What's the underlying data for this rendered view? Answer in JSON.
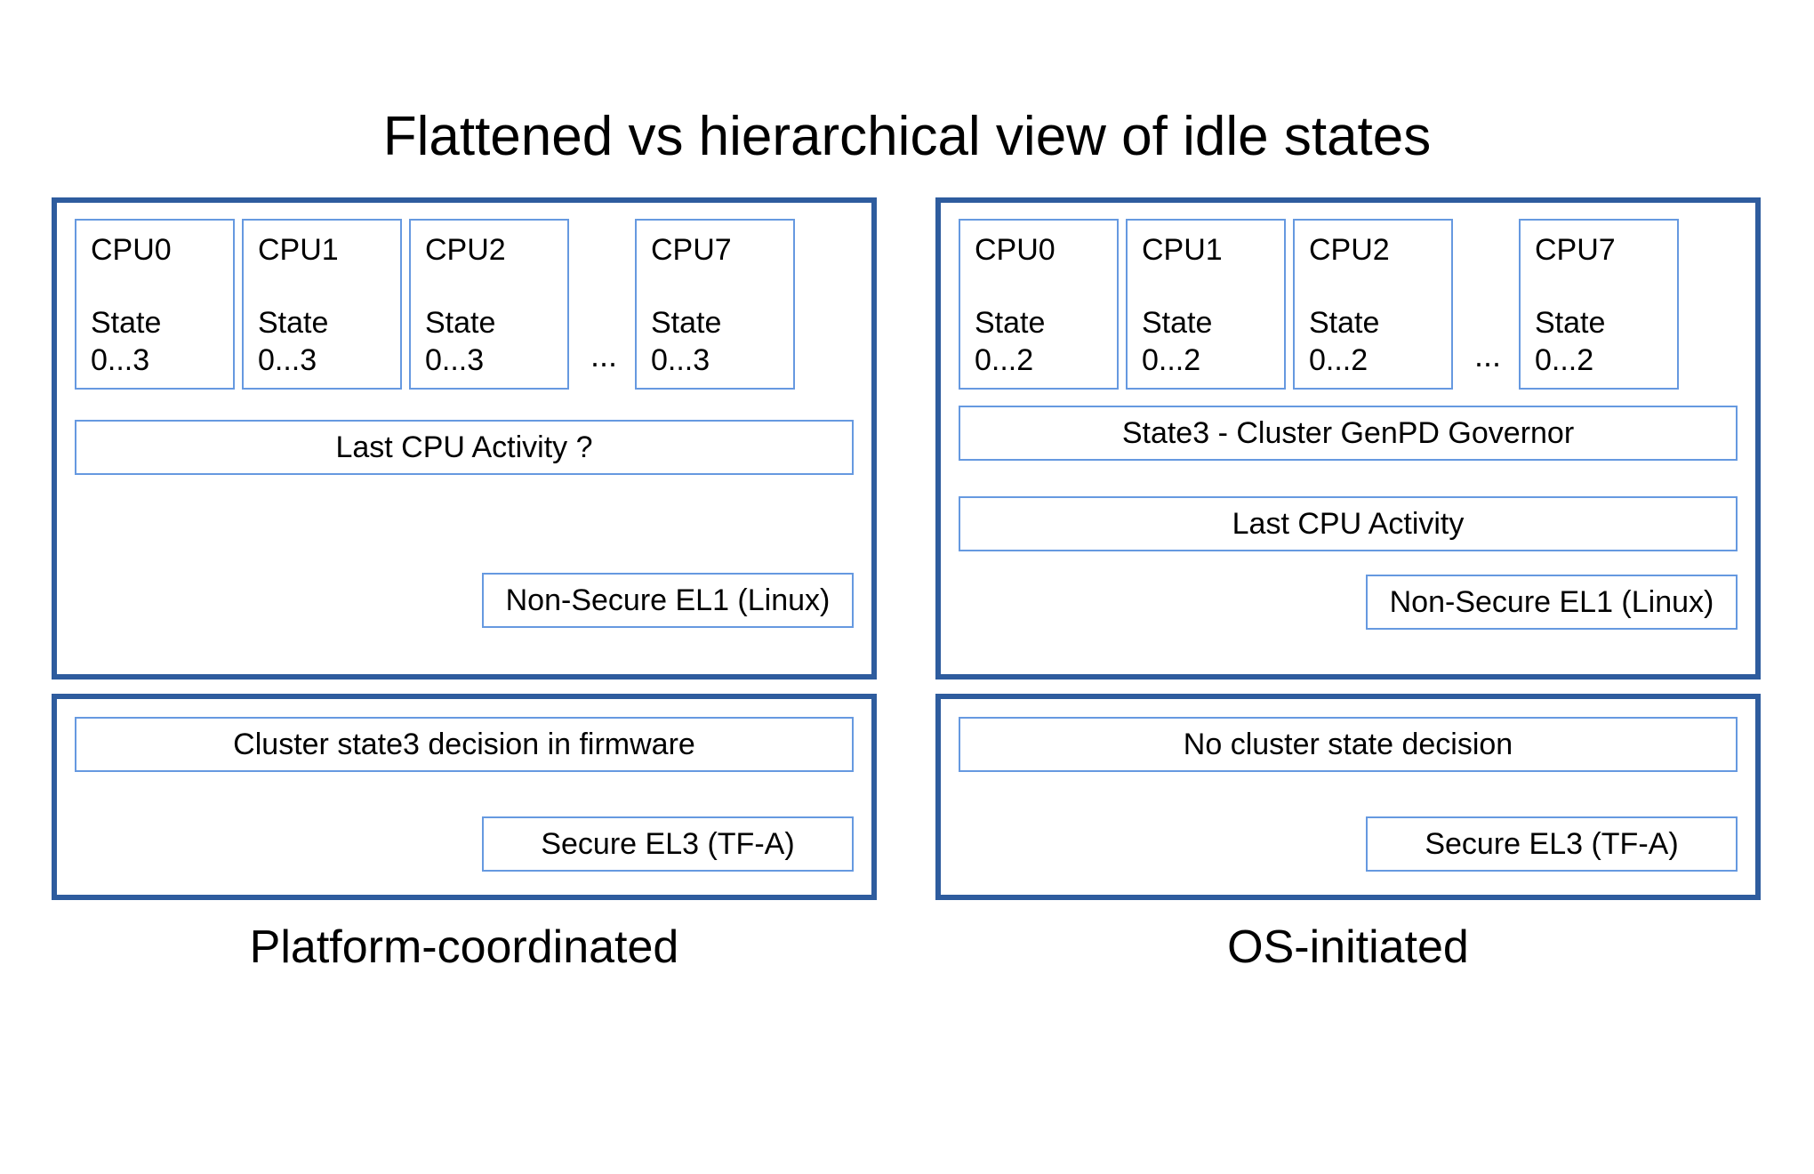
{
  "title": "Flattened vs hierarchical view of idle states",
  "colors": {
    "outer_border": "#2E5C9E",
    "inner_border": "#6699E0",
    "background": "#FFFFFF",
    "text": "#000000"
  },
  "left_column": {
    "caption": "Platform-coordinated",
    "os_panel": {
      "cpus": [
        {
          "name": "CPU0",
          "state_label": "State",
          "state_range": "0...3"
        },
        {
          "name": "CPU1",
          "state_label": "State",
          "state_range": "0...3"
        },
        {
          "name": "CPU2",
          "state_label": "State",
          "state_range": "0...3"
        },
        {
          "name": "CPU7",
          "state_label": "State",
          "state_range": "0...3"
        }
      ],
      "ellipsis": "...",
      "last_cpu_activity": "Last CPU Activity ?",
      "exception_level": "Non-Secure EL1 (Linux)"
    },
    "fw_panel": {
      "decision": "Cluster state3 decision in firmware",
      "exception_level": "Secure EL3 (TF-A)"
    }
  },
  "right_column": {
    "caption": "OS-initiated",
    "os_panel": {
      "cpus": [
        {
          "name": "CPU0",
          "state_label": "State",
          "state_range": "0...2"
        },
        {
          "name": "CPU1",
          "state_label": "State",
          "state_range": "0...2"
        },
        {
          "name": "CPU2",
          "state_label": "State",
          "state_range": "0...2"
        },
        {
          "name": "CPU7",
          "state_label": "State",
          "state_range": "0...2"
        }
      ],
      "ellipsis": "...",
      "cluster_governor": "State3 - Cluster GenPD Governor",
      "last_cpu_activity": "Last CPU Activity",
      "exception_level": "Non-Secure EL1 (Linux)"
    },
    "fw_panel": {
      "decision": "No cluster state decision",
      "exception_level": "Secure EL3 (TF-A)"
    }
  }
}
